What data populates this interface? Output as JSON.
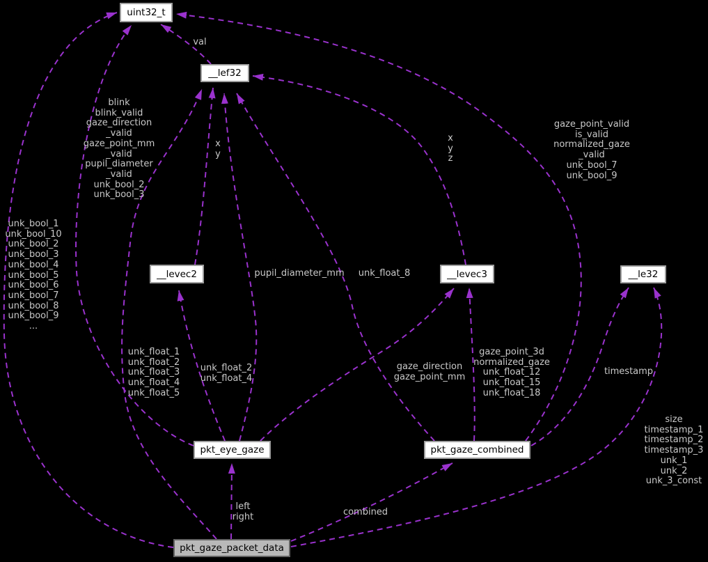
{
  "diagram": {
    "type": "collaboration-graph",
    "background_color": "#000000",
    "edge_color": "#9a32cd",
    "edge_style": "dashed",
    "label_color": "#c9c9c9",
    "node_fill": "#ffffff",
    "node_border": "#9e9e9e",
    "highlighted_node_fill": "#b9b9b9",
    "nodes": [
      {
        "id": "uint32_t",
        "label": "uint32_t",
        "highlighted": false
      },
      {
        "id": "__lef32",
        "label": "__lef32",
        "highlighted": false
      },
      {
        "id": "__levec2",
        "label": "__levec2",
        "highlighted": false
      },
      {
        "id": "__levec3",
        "label": "__levec3",
        "highlighted": false
      },
      {
        "id": "__le32",
        "label": "__le32",
        "highlighted": false
      },
      {
        "id": "pkt_eye_gaze",
        "label": "pkt_eye_gaze",
        "highlighted": false
      },
      {
        "id": "pkt_gaze_combined",
        "label": "pkt_gaze_combined",
        "highlighted": false
      },
      {
        "id": "pkt_gaze_packet_data",
        "label": "pkt_gaze_packet_data",
        "highlighted": true
      }
    ],
    "edges": [
      {
        "from": "__lef32",
        "to": "uint32_t",
        "label": "val"
      },
      {
        "from": "pkt_eye_gaze",
        "to": "uint32_t",
        "label": "blink\nblink_valid\ngaze_direction\n_valid\ngaze_point_mm\n_valid\npupil_diameter\n_valid\nunk_bool_2\nunk_bool_3"
      },
      {
        "from": "pkt_gaze_combined",
        "to": "uint32_t",
        "label": "gaze_point_valid\nis_valid\nnormalized_gaze\n_valid\nunk_bool_7\nunk_bool_9"
      },
      {
        "from": "pkt_gaze_packet_data",
        "to": "uint32_t",
        "label": "unk_bool_1\nunk_bool_10\nunk_bool_2\nunk_bool_3\nunk_bool_4\nunk_bool_5\nunk_bool_6\nunk_bool_7\nunk_bool_8\nunk_bool_9\n..."
      },
      {
        "from": "__levec2",
        "to": "__lef32",
        "label": "x\ny"
      },
      {
        "from": "__levec3",
        "to": "__lef32",
        "label": "x\ny\nz"
      },
      {
        "from": "pkt_eye_gaze",
        "to": "__lef32",
        "label": "pupil_diameter_mm"
      },
      {
        "from": "pkt_gaze_combined",
        "to": "__lef32",
        "label": "unk_float_8"
      },
      {
        "from": "pkt_gaze_packet_data",
        "to": "__lef32",
        "label": "unk_float_1\nunk_float_2\nunk_float_3\nunk_float_4\nunk_float_5"
      },
      {
        "from": "pkt_eye_gaze",
        "to": "__levec2",
        "label": "unk_float_2\nunk_float_4"
      },
      {
        "from": "pkt_eye_gaze",
        "to": "__levec3",
        "label": "gaze_direction\ngaze_point_mm"
      },
      {
        "from": "pkt_gaze_combined",
        "to": "__levec3",
        "label": "gaze_point_3d\nnormalized_gaze\nunk_float_12\nunk_float_15\nunk_float_18"
      },
      {
        "from": "pkt_gaze_combined",
        "to": "__le32",
        "label": "timestamp"
      },
      {
        "from": "pkt_gaze_packet_data",
        "to": "__le32",
        "label": "size\ntimestamp_1\ntimestamp_2\ntimestamp_3\nunk_1\nunk_2\nunk_3_const"
      },
      {
        "from": "pkt_gaze_packet_data",
        "to": "pkt_eye_gaze",
        "label": "left\nright"
      },
      {
        "from": "pkt_gaze_packet_data",
        "to": "pkt_gaze_combined",
        "label": "combined"
      }
    ]
  }
}
